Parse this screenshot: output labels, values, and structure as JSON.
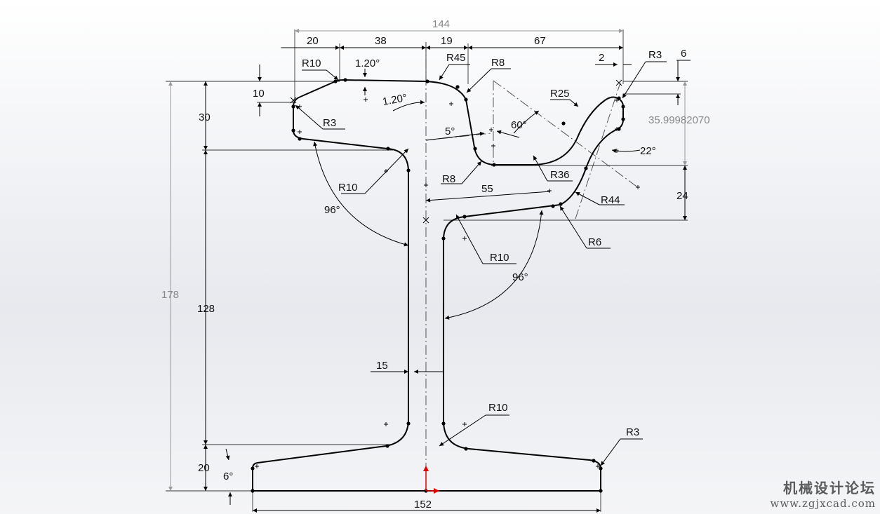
{
  "drawing": {
    "dims": {
      "overall_width": "144",
      "top_20": "20",
      "top_38": "38",
      "top_19": "19",
      "top_67": "67",
      "small_2": "2",
      "small_6": "6",
      "r10_top": "R10",
      "angle_top": "1.20°",
      "angle_mid": "1.20°",
      "r45": "R45",
      "r8_top": "R8",
      "r3_right": "R3",
      "r25": "R25",
      "h_10": "10",
      "h_30": "30",
      "r3_left": "R3",
      "decimal": "35.99982070",
      "angle_5": "5°",
      "angle_60": "60°",
      "angle_22": "22°",
      "r10_left": "R10",
      "r8_low": "R8",
      "r36": "R36",
      "dim_55": "55",
      "h_24": "24",
      "r44": "R44",
      "angle_96_left": "96°",
      "r10_right": "R10",
      "r6": "R6",
      "angle_96_right": "96°",
      "overall_height": "178",
      "h_128": "128",
      "web_15": "15",
      "r10_bottom": "R10",
      "r3_bottom": "R3",
      "h_20": "20",
      "angle_6": "6°",
      "base_width": "152"
    },
    "colors": {
      "profile": "#000000",
      "driven_dimension": "#888888",
      "origin_axis": "#e00000"
    }
  },
  "watermark": {
    "name": "机械设计论坛",
    "url": "www.zgjxcad.com"
  }
}
